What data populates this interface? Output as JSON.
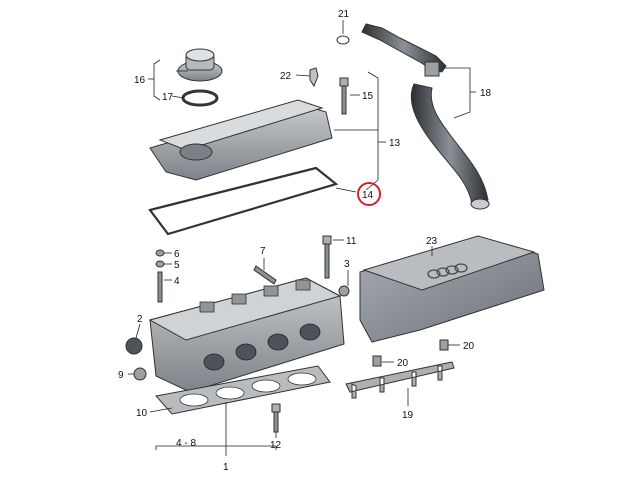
{
  "callouts": {
    "c1": "1",
    "c2": "2",
    "c3": "3",
    "c4": "4",
    "c4_8": "4 - 8",
    "c5": "5",
    "c6": "6",
    "c7": "7",
    "c9": "9",
    "c10": "10",
    "c11": "11",
    "c12": "12",
    "c13": "13",
    "c14": "14",
    "c15": "15",
    "c16": "16",
    "c17": "17",
    "c18": "18",
    "c19": "19",
    "c20a": "20",
    "c20b": "20",
    "c21": "21",
    "c22": "22",
    "c23": "23"
  },
  "highlight_color": "#d4202a"
}
